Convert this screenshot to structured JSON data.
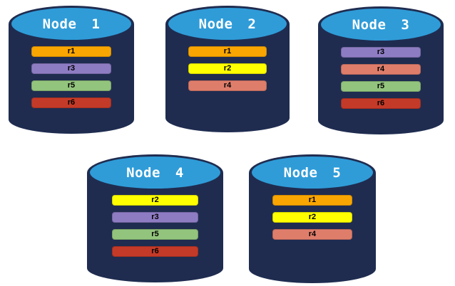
{
  "colors": {
    "cylinder_body": "#1F2C50",
    "cylinder_top": "#2F9CD8",
    "title_text": "#FFFFFF",
    "bar_text": "#000000",
    "replicas": {
      "r1": "#F9A602",
      "r2": "#FFFF00",
      "r3": "#8E7CC3",
      "r4": "#DF7D6B",
      "r5": "#93C47D",
      "r6": "#C43A28"
    }
  },
  "nodes": [
    {
      "label": "Node 1",
      "replicas": [
        "r1",
        "r3",
        "r5",
        "r6"
      ]
    },
    {
      "label": "Node 2",
      "replicas": [
        "r1",
        "r2",
        "r4"
      ]
    },
    {
      "label": "Node 3",
      "replicas": [
        "r3",
        "r4",
        "r5",
        "r6"
      ]
    },
    {
      "label": "Node 4",
      "replicas": [
        "r2",
        "r3",
        "r5",
        "r6"
      ]
    },
    {
      "label": "Node 5",
      "replicas": [
        "r1",
        "r2",
        "r4"
      ]
    }
  ]
}
